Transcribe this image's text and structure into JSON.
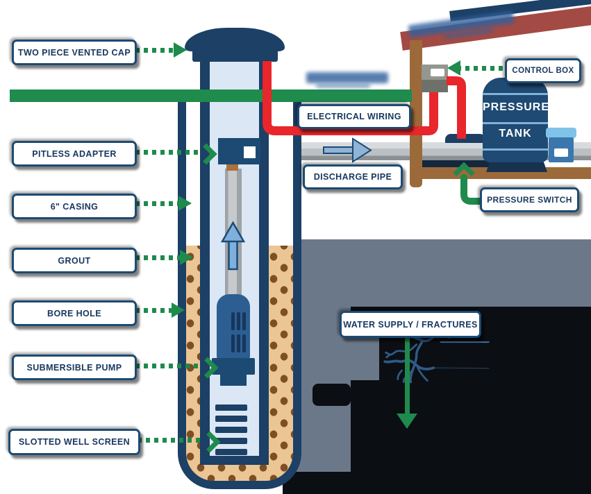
{
  "labels": {
    "left": [
      {
        "id": "two-piece-vented-cap",
        "text": "TWO PIECE VENTED CAP"
      },
      {
        "id": "pitless-adapter",
        "text": "PITLESS ADAPTER"
      },
      {
        "id": "six-inch-casing",
        "text": "6\" CASING"
      },
      {
        "id": "grout",
        "text": "GROUT"
      },
      {
        "id": "bore-hole",
        "text": "BORE HOLE"
      },
      {
        "id": "submersible-pump",
        "text": "SUBMERSIBLE PUMP"
      },
      {
        "id": "slotted-well-screen",
        "text": "SLOTTED WELL SCREEN"
      }
    ],
    "right": [
      {
        "id": "control-box",
        "text": "CONTROL BOX"
      },
      {
        "id": "electrical-wiring",
        "text": "ELECTRICAL WIRING"
      },
      {
        "id": "discharge-pipe",
        "text": "DISCHARGE PIPE"
      },
      {
        "id": "pressure-switch",
        "text": "PRESSURE SWITCH"
      },
      {
        "id": "water-supply-fractures",
        "text": "WATER SUPPLY / FRACTURES"
      }
    ]
  },
  "pressure_tank": {
    "line1": "PRESSURE",
    "line2": "TANK"
  },
  "colors": {
    "navy": "#1c4066",
    "label_border": "#1c4a73",
    "green": "#1e8a4c",
    "red": "#e8262b",
    "gravel_tan": "#ecc595",
    "gravel_dot": "#7d4f22",
    "pipe_brown": "#9c6a3a",
    "pipe_gray": "#bcc0c3",
    "rock_gray": "#6b7889",
    "casing_interior": "#dbe7f4",
    "roof_red": "#a34a44",
    "fracture_blue": "#2f5a86"
  }
}
